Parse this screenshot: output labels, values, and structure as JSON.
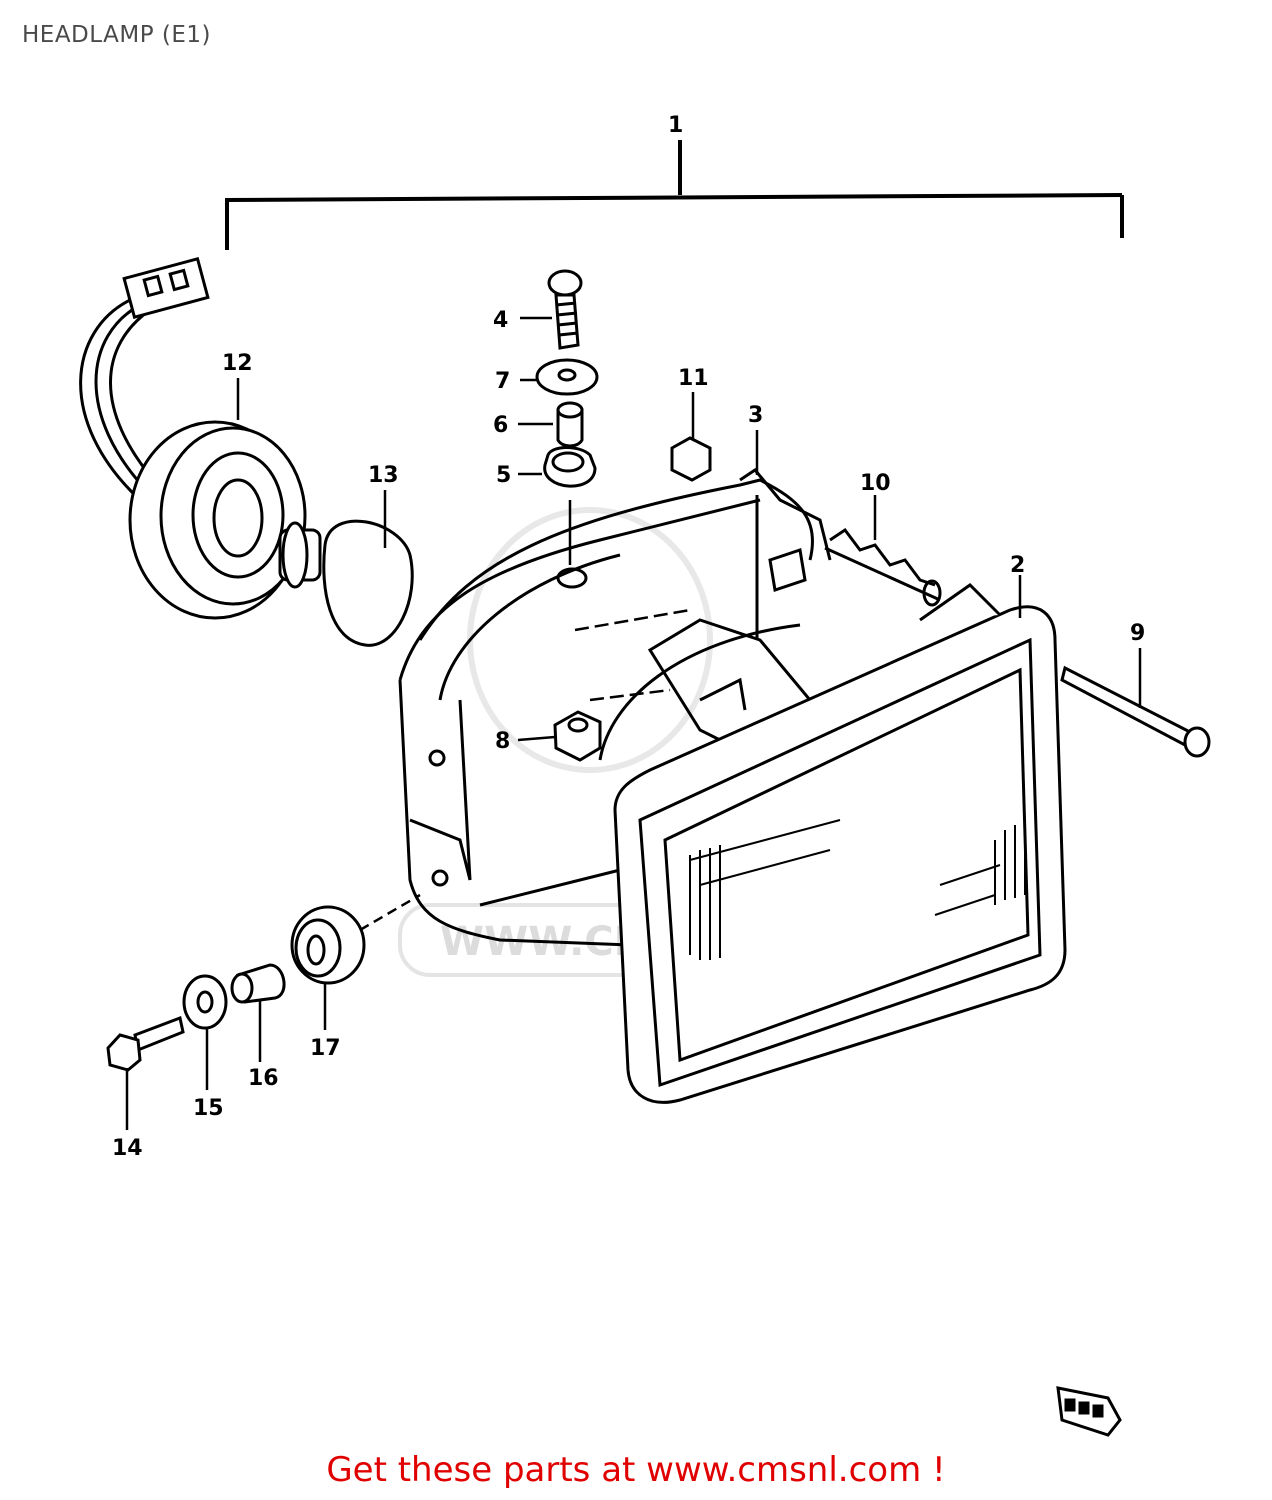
{
  "title": "HEADLAMP (E1)",
  "footer": "Get these parts at www.cmsnl.com !",
  "watermark": "WWW.CMSNL.COM",
  "callouts": {
    "c1": "1",
    "c2": "2",
    "c3": "3",
    "c4": "4",
    "c5": "5",
    "c6": "6",
    "c7": "7",
    "c8": "8",
    "c9": "9",
    "c10": "10",
    "c11": "11",
    "c12": "12",
    "c13": "13",
    "c14": "14",
    "c15": "15",
    "c16": "16",
    "c17": "17"
  },
  "colors": {
    "line": "#000000",
    "footer": "#e00000",
    "title": "#4a4a4a",
    "watermark": "#dcdcdc"
  }
}
